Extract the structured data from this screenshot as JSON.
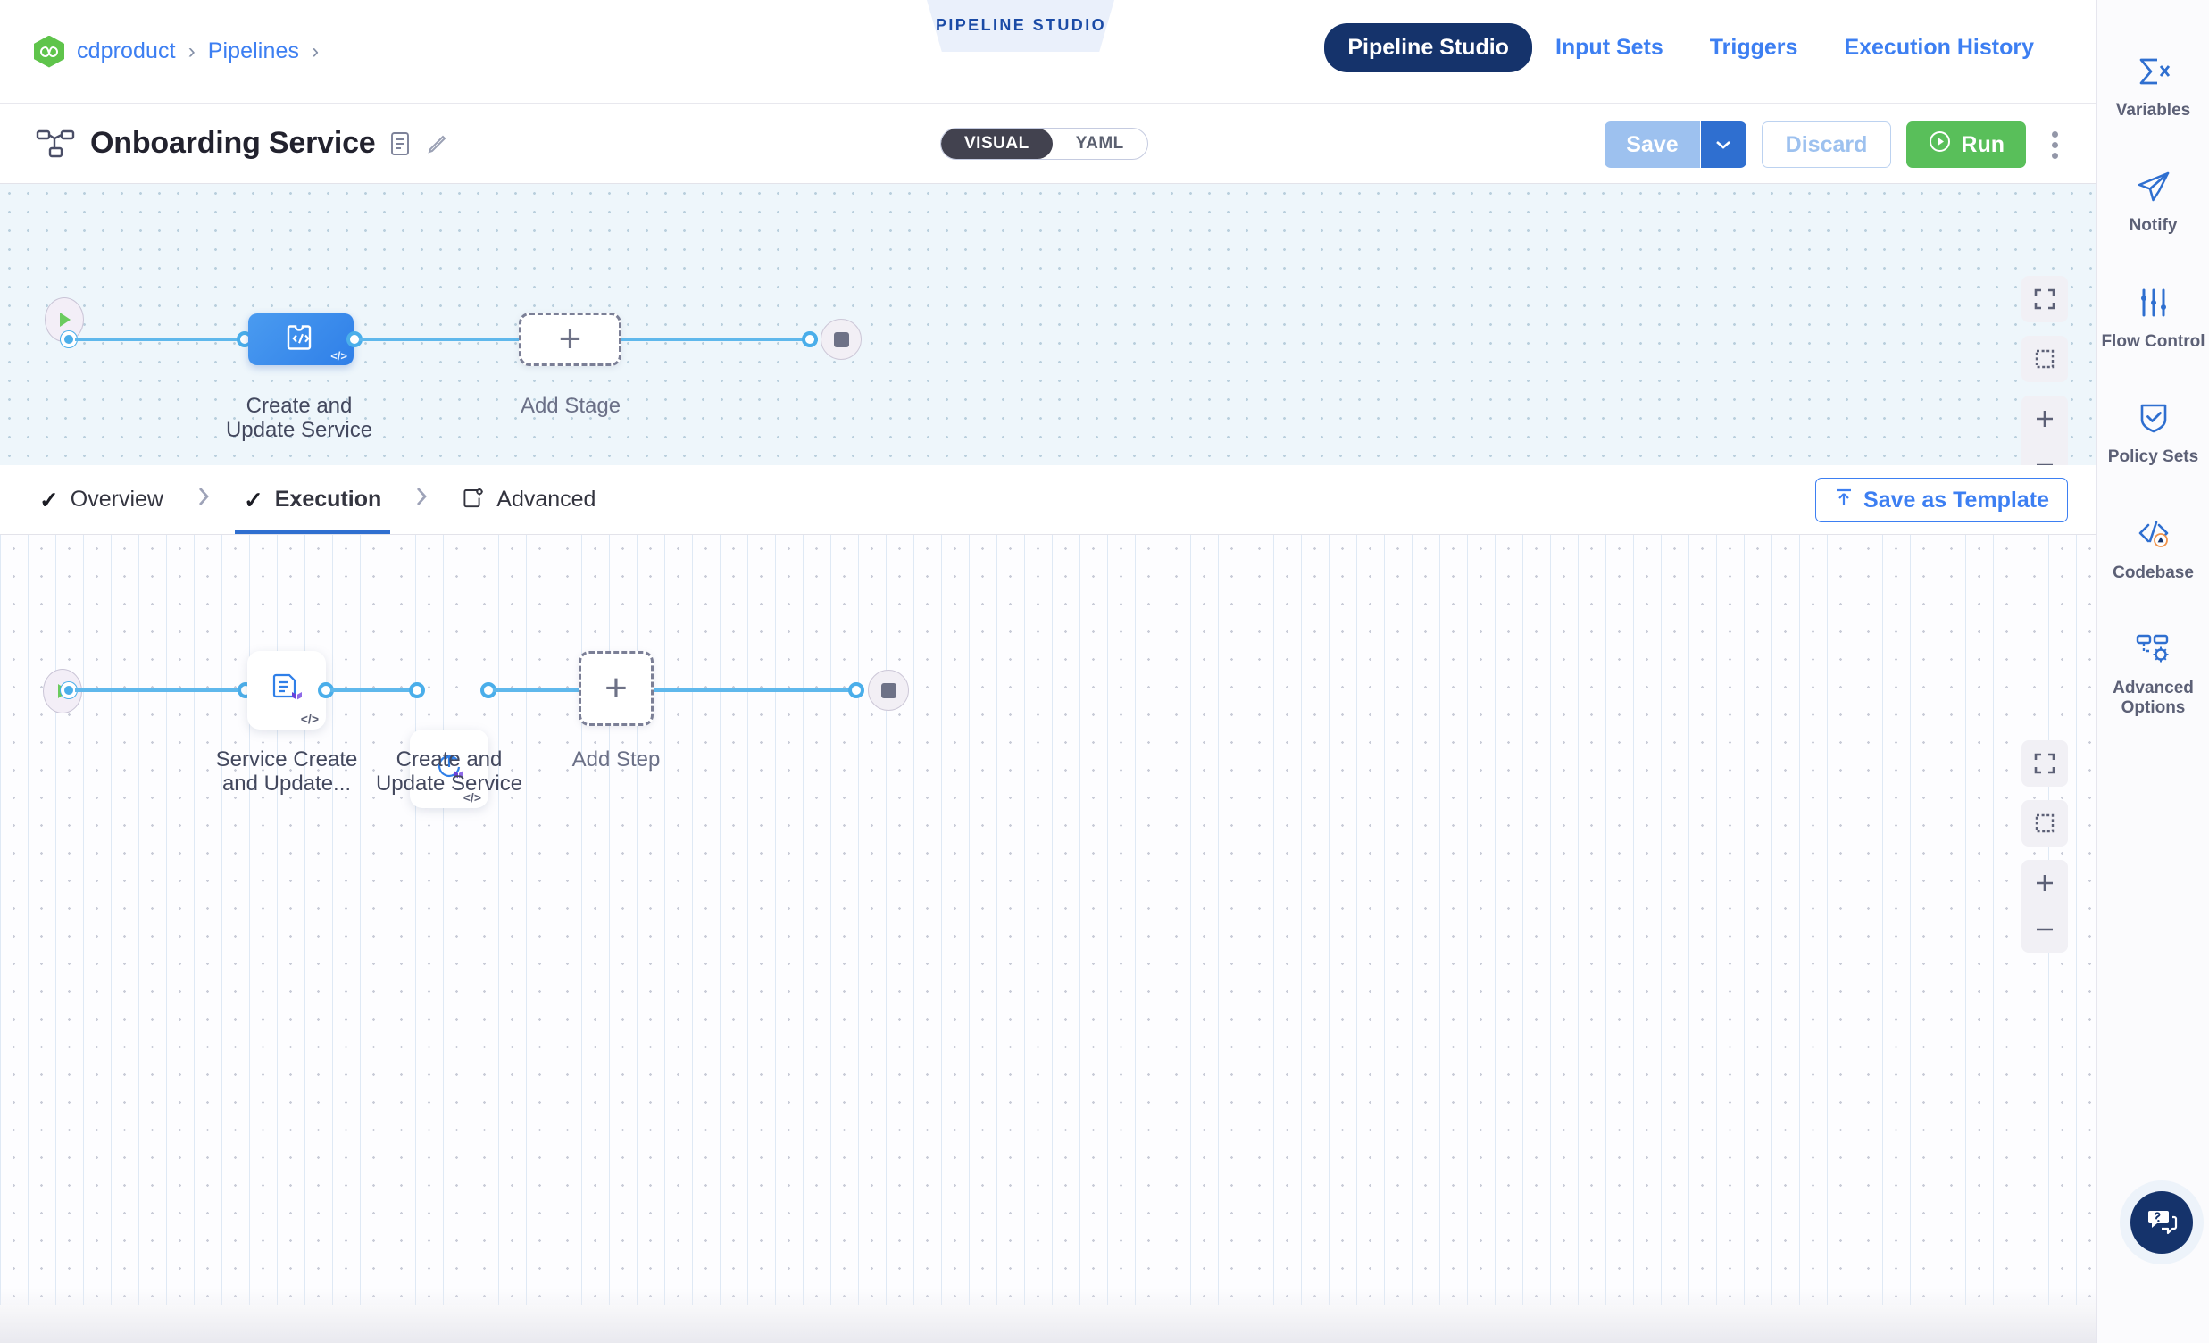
{
  "header": {
    "breadcrumb": {
      "icon": "cd-module-icon",
      "project": "cdproduct",
      "section": "Pipelines",
      "sep": "›"
    },
    "studio_banner": "PIPELINE STUDIO",
    "nav": [
      {
        "label": "Pipeline Studio",
        "active": true
      },
      {
        "label": "Input Sets",
        "active": false
      },
      {
        "label": "Triggers",
        "active": false
      },
      {
        "label": "Execution History",
        "active": false
      }
    ]
  },
  "titlebar": {
    "pipeline_icon": "pipeline-tree-icon",
    "title": "Onboarding Service",
    "notes_icon": "notes-icon",
    "edit_icon": "pencil-icon",
    "mode_toggle": [
      {
        "label": "VISUAL",
        "active": true
      },
      {
        "label": "YAML",
        "active": false
      }
    ],
    "save_label": "Save",
    "save_caret_icon": "chevron-down-icon",
    "discard_label": "Discard",
    "run_label": "Run",
    "run_icon": "play-circle-icon",
    "kebab_icon": "more-vertical-icon"
  },
  "stage_canvas": {
    "start_node": "pipeline-start-icon",
    "stage": {
      "label_line1": "Create and",
      "label_line2": "Update Service",
      "icon": "deployment-stage-icon",
      "badge": "</>"
    },
    "add_stage": {
      "label": "Add Stage",
      "icon": "plus-icon"
    },
    "end_node": "pipeline-end-icon",
    "controls": [
      {
        "name": "fit-to-screen-icon"
      },
      {
        "name": "selection-box-icon"
      },
      {
        "name": "zoom-in-icon"
      },
      {
        "name": "zoom-out-icon"
      }
    ]
  },
  "tabs": {
    "items": [
      {
        "label": "Overview",
        "check": "✓",
        "active": false
      },
      {
        "label": "Execution",
        "check": "✓",
        "active": true
      },
      {
        "label": "Advanced",
        "check": "",
        "icon": "advanced-gear-icon",
        "active": false
      }
    ],
    "chevron": "›",
    "save_as_template": {
      "label": "Save as Template",
      "icon": "template-upload-icon"
    }
  },
  "exec_canvas": {
    "start_node": "pipeline-start-icon",
    "steps": [
      {
        "label_line1": "Service Create",
        "label_line2": "and Update...",
        "icon": "terraform-plan-icon",
        "badge": "</>"
      },
      {
        "label_line1": "Create and",
        "label_line2": "Update Service",
        "icon": "terraform-apply-icon",
        "badge": "</>"
      }
    ],
    "add_step": {
      "label": "Add Step",
      "icon": "plus-icon"
    },
    "end_node": "pipeline-end-icon",
    "controls": [
      {
        "name": "fit-to-screen-icon"
      },
      {
        "name": "selection-box-icon"
      },
      {
        "name": "zoom-in-icon"
      },
      {
        "name": "zoom-out-icon"
      }
    ]
  },
  "rail": {
    "items": [
      {
        "label": "Variables",
        "icon": "sigma-variables-icon"
      },
      {
        "label": "Notify",
        "icon": "paper-plane-icon"
      },
      {
        "label": "Flow Control",
        "icon": "sliders-icon"
      },
      {
        "label": "Policy Sets",
        "icon": "shield-check-icon"
      },
      {
        "label": "Codebase",
        "icon": "codebase-warning-icon"
      },
      {
        "label": "Advanced Options",
        "icon": "advanced-options-icon"
      }
    ],
    "help": {
      "icon": "help-chat-icon"
    }
  },
  "colors": {
    "accent_blue": "#3d7ff2",
    "nav_active": "#15336b",
    "run_green": "#59bf5a",
    "edge_blue": "#4aaeea",
    "stage_blue": "#2f7fe8",
    "cd_green": "#5fc44b",
    "terraform_purple": "#6b42d9"
  }
}
